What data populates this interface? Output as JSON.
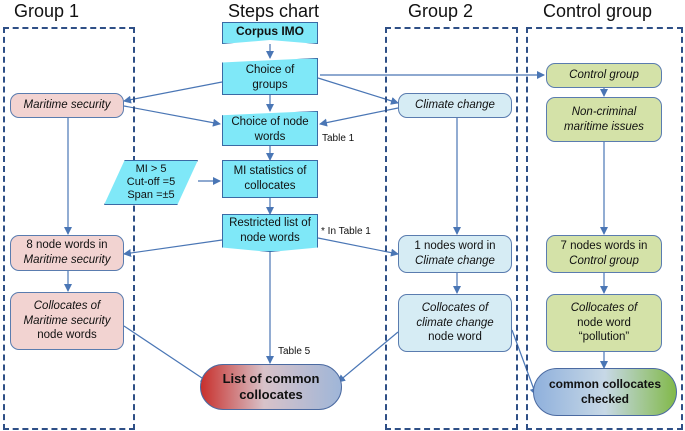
{
  "headings": {
    "group1": "Group 1",
    "steps": "Steps chart",
    "group2": "Group 2",
    "control": "Control group"
  },
  "steps": {
    "corpus": "Corpus IMO",
    "choice_groups": "Choice of groups",
    "choice_node_words": "Choice of node words",
    "mi_stats": "MI statistics of collocates",
    "mi_params": [
      "MI > 5",
      "Cut-off =5",
      "Span =±5"
    ],
    "restricted": "Restricted list of node words",
    "final": "List of common collocates"
  },
  "group1": {
    "topic": "Maritime security",
    "node_words_line1": "8 node words in",
    "node_words_line2": "Maritime security",
    "collocates_line1": "Collocates of",
    "collocates_line2": "Maritime security",
    "collocates_line3": "node words"
  },
  "group2": {
    "topic": "Climate change",
    "node_words_line1": "1 nodes word in",
    "node_words_line2": "Climate change",
    "collocates_line1": "Collocates of",
    "collocates_line2": "climate change",
    "collocates_line3": "node word"
  },
  "control": {
    "label": "Control group",
    "issues": "Non-criminal maritime issues",
    "node_words_line1": "7 nodes words in",
    "node_words_line2": "Control group",
    "collocates_line1": "Collocates of",
    "collocates_line2": "node word",
    "collocates_line3": "“pollution”",
    "final": "common collocates checked"
  },
  "notes": {
    "table1": "Table 1",
    "in_table1": "* In Table 1",
    "table5": "Table 5"
  },
  "colors": {
    "arrow": "#4a76b5",
    "dash_border": "#2e4f86",
    "cyan_fill": "#7fe8f8",
    "pink_fill": "#f2d3d1",
    "lightblue_fill": "#d6ecf4",
    "green_fill": "#d4e2a8"
  }
}
